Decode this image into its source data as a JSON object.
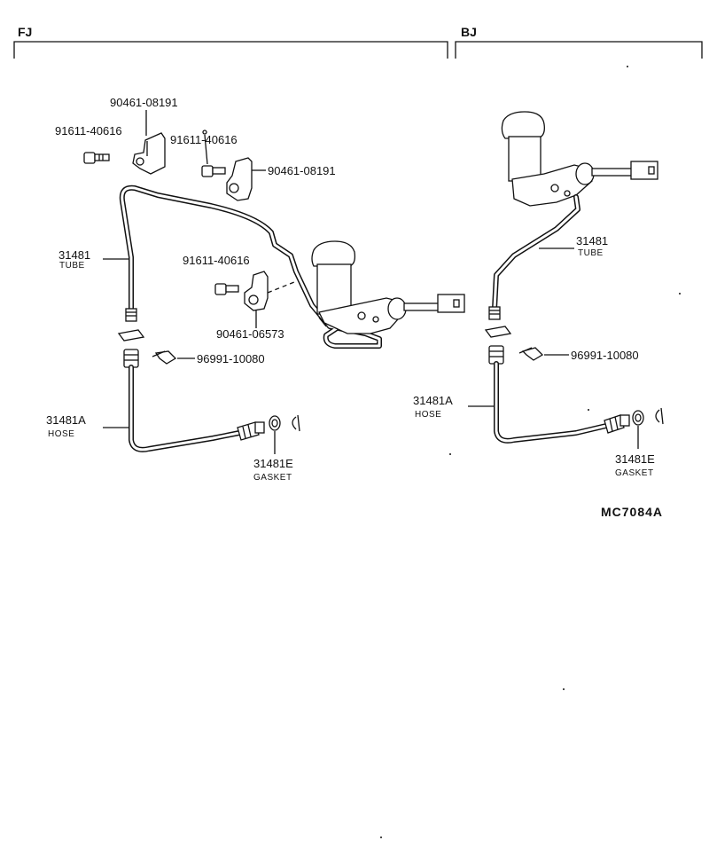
{
  "sections": {
    "fj": "FJ",
    "bj": "BJ"
  },
  "fj": {
    "bracket_top_left_no": "90461-08191",
    "bolt_top_left_no": "91611-40616",
    "bolt_top_mid_no": "91611-40616",
    "bracket_top_mid_no": "90461-08191",
    "bolt_mid_no": "91611-40616",
    "bracket_mid_no": "90461-06573",
    "tube_no": "31481",
    "tube_name": "TUBE",
    "clip_no": "96991-10080",
    "hose_no": "31481A",
    "hose_name": "HOSE",
    "gasket_no": "31481E",
    "gasket_name": "GASKET"
  },
  "bj": {
    "tube_no": "31481",
    "tube_name": "TUBE",
    "clip_no": "96991-10080",
    "hose_no": "31481A",
    "hose_name": "HOSE",
    "gasket_no": "31481E",
    "gasket_name": "GASKET"
  },
  "figure_code": "MC7084A"
}
